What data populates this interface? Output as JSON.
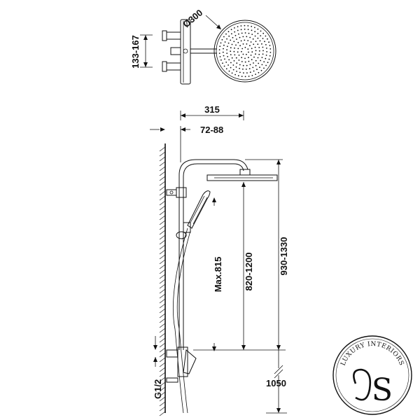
{
  "dimensions": {
    "head_diameter": "Ø300",
    "mount_spacing": "133-167",
    "arm_reach": "315",
    "wall_offset": "72-88",
    "hand_shower_max": "Max.815",
    "head_height_range": "820-1200",
    "total_height_range": "930-1330",
    "floor_height": "1050",
    "thread": "G1/2"
  },
  "logo": {
    "text": "LUXURY INTERIORS",
    "monogram": "S"
  },
  "colors": {
    "line": "#111111",
    "background": "#ffffff"
  }
}
